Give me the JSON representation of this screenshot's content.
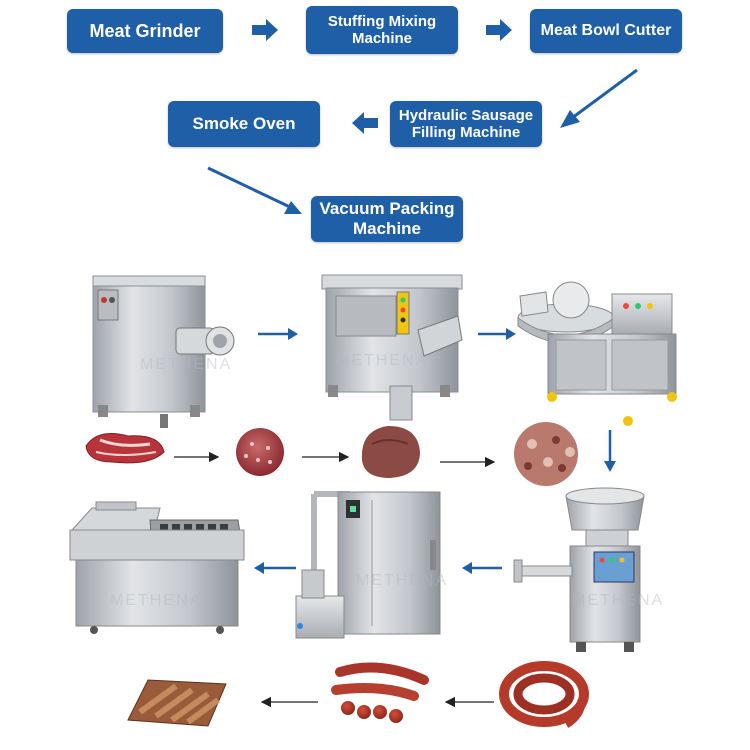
{
  "steps": [
    {
      "label": "Meat Grinder"
    },
    {
      "label": "Stuffing Mixing Machine"
    },
    {
      "label": "Meat Bowl Cutter"
    },
    {
      "label": "Hydraulic Sausage Filling Machine"
    },
    {
      "label": "Smoke Oven"
    },
    {
      "label": "Vacuum Packing Machine"
    }
  ],
  "watermark": "METHENA",
  "colors": {
    "box": "#1f5fa8",
    "arrow": "#1f5fa8",
    "steel": "#c9ccd0",
    "meat": "#a8343a"
  },
  "icons": [
    "right-arrow-icon",
    "diagonal-arrow-icon",
    "left-arrow-icon",
    "meat-grinder-icon",
    "mixer-icon",
    "bowl-cutter-icon",
    "sausage-filler-icon",
    "smoke-oven-icon",
    "vacuum-packer-icon",
    "raw-meat-icon",
    "ground-meat-icon",
    "mixed-meat-icon",
    "chopped-meat-icon",
    "sausage-coil-icon",
    "sausage-links-icon",
    "smoked-sausages-icon"
  ]
}
